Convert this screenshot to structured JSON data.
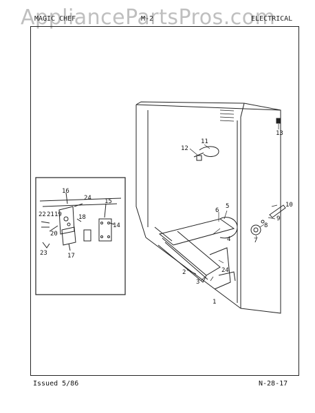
{
  "watermark": "AppliancePartsPros.com",
  "header": {
    "left": "MAGIC CHEF",
    "center": "M-2",
    "right": "ELECTRICAL"
  },
  "callouts": [
    "1",
    "2",
    "3",
    "4",
    "5",
    "6",
    "7",
    "8",
    "9",
    "10",
    "11",
    "12",
    "13",
    "14",
    "15",
    "16",
    "17",
    "18",
    "19",
    "20",
    "21",
    "22",
    "23",
    "24"
  ],
  "footer": {
    "issued": "Issued 5/86",
    "code": "N-28-17"
  }
}
